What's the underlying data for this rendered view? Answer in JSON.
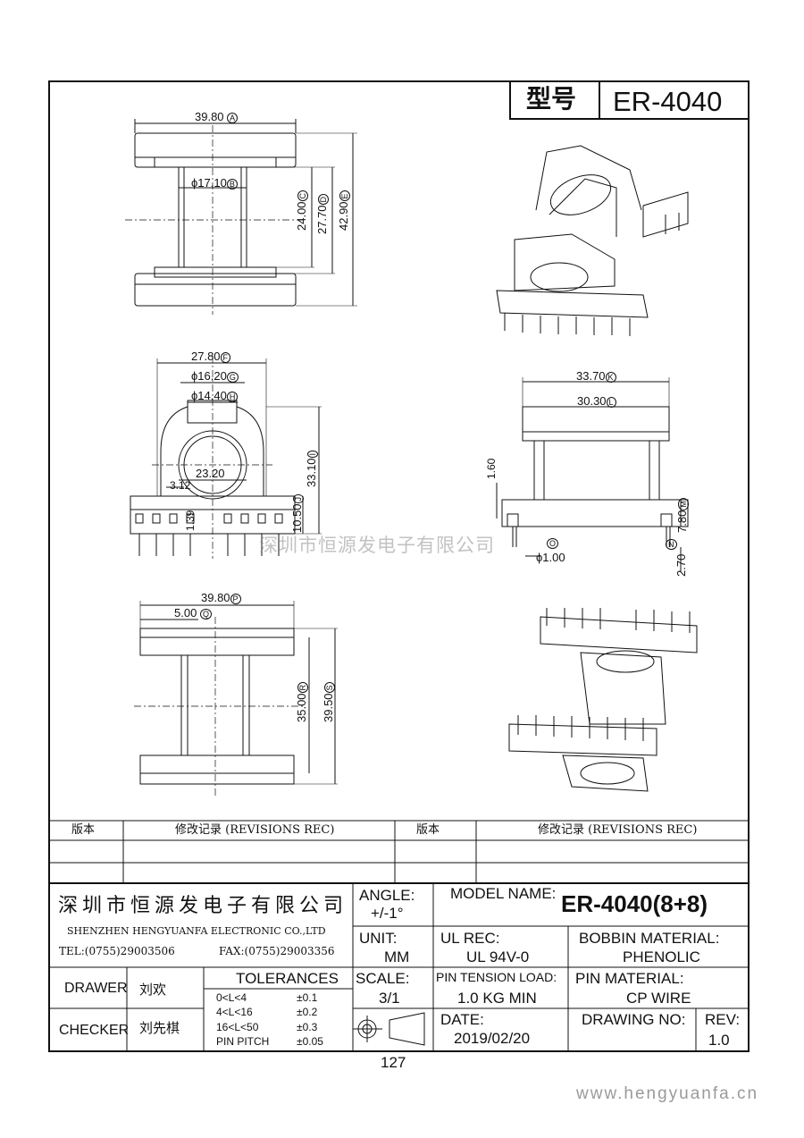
{
  "header": {
    "label_model": "型号",
    "model": "ER-4040"
  },
  "dims": {
    "a": "39.80",
    "a_mark": "A",
    "b": "ϕ17.10",
    "b_mark": "B",
    "c": "24.00",
    "c_mark": "C",
    "d": "27.70",
    "d_mark": "D",
    "e": "42.90",
    "e_mark": "E",
    "f": "27.80",
    "f_mark": "F",
    "g": "ϕ16.20",
    "g_mark": "G",
    "h": "ϕ14.40",
    "h_mark": "H",
    "i": "33.10",
    "i_mark": "I",
    "j": "10.50",
    "j_mark": "J",
    "inner": "23.20",
    "small1": "3.12",
    "small2": "1.39",
    "k": "33.70",
    "k_mark": "K",
    "l": "30.30",
    "l_mark": "L",
    "m": "7.80",
    "m_mark": "M",
    "n": "2.70",
    "n_mark": "N",
    "o": "ϕ1.00",
    "o_mark": "O",
    "h160": "1.60",
    "p": "39.80",
    "p_mark": "P",
    "q": "5.00",
    "q_mark": "Q",
    "r": "35.00",
    "r_mark": "R",
    "s": "39.50",
    "s_mark": "S"
  },
  "watermark": "深圳市恒源发电子有限公司",
  "revisions": {
    "col_version": "版本",
    "col_record": "修改记录 (REVISIONS REC)"
  },
  "company": {
    "name_cn": "深圳市恒源发电子有限公司",
    "name_en": "SHENZHEN HENGYUANFA ELECTRONIC CO.,LTD",
    "tel": "TEL:(0755)29003506",
    "fax": "FAX:(0755)29003356"
  },
  "title_block": {
    "angle_label": "ANGLE:",
    "angle_value": "+/-1°",
    "model_label": "MODEL NAME:",
    "model_value": "ER-4040(8+8)",
    "unit_label": "UNIT:",
    "unit_value": "MM",
    "ul_label": "UL REC:",
    "ul_value": "UL 94V-0",
    "bobbin_label": "BOBBIN MATERIAL:",
    "bobbin_value": "PHENOLIC",
    "drawer_label": "DRAWER",
    "drawer_value": "刘欢",
    "checker_label": "CHECKER",
    "checker_value": "刘先棋",
    "tol_label": "TOLERANCES",
    "tol_rows": [
      {
        "range": "0<L<4",
        "tol": "±0.1"
      },
      {
        "range": "4<L<16",
        "tol": "±0.2"
      },
      {
        "range": "16<L<50",
        "tol": "±0.3"
      },
      {
        "range": "PIN PITCH",
        "tol": "±0.05"
      }
    ],
    "scale_label": "SCALE:",
    "scale_value": "3/1",
    "pin_tension_label": "PIN TENSION LOAD:",
    "pin_tension_value": "1.0 KG MIN",
    "pin_material_label": "PIN MATERIAL:",
    "pin_material_value": "CP WIRE",
    "date_label": "DATE:",
    "date_value": "2019/02/20",
    "drawing_no_label": "DRAWING NO:",
    "rev_label": "REV:",
    "rev_value": "1.0"
  },
  "page_number": "127",
  "footer_url": "www.hengyuanfa.cn"
}
